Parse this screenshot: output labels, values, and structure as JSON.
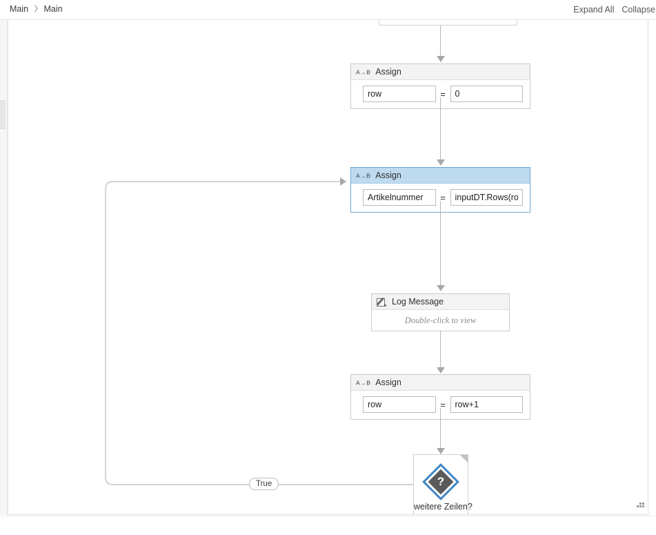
{
  "window": {
    "breadcrumb": [
      "Main",
      "Main"
    ],
    "breadcrumb_separator": "❯"
  },
  "toolbar": {
    "expand_all_label": "Expand All",
    "collapse_all_label": "Collapse"
  },
  "workflow": {
    "activities": [
      {
        "id": "assign-row-0",
        "type": "Assign",
        "title": "Assign",
        "icon": "assign-icon",
        "icon_glyph_left": "A",
        "icon_glyph_arrow": "→",
        "icon_glyph_right": "B",
        "to": "row",
        "operator": "=",
        "value": "0",
        "selected": false
      },
      {
        "id": "assign-artikelnummer",
        "type": "Assign",
        "title": "Assign",
        "icon": "assign-icon",
        "icon_glyph_left": "A",
        "icon_glyph_arrow": "→",
        "icon_glyph_right": "B",
        "to": "Artikelnummer",
        "operator": "=",
        "value": "inputDT.Rows(row)",
        "selected": true
      },
      {
        "id": "log-message",
        "type": "LogMessage",
        "title": "Log Message",
        "icon": "log-message-icon",
        "body_hint": "Double-click to view",
        "selected": false
      },
      {
        "id": "assign-row-increment",
        "type": "Assign",
        "title": "Assign",
        "icon": "assign-icon",
        "icon_glyph_left": "A",
        "icon_glyph_arrow": "→",
        "icon_glyph_right": "B",
        "to": "row",
        "operator": "=",
        "value": "row+1",
        "selected": false
      }
    ],
    "decision": {
      "id": "flow-decision",
      "type": "FlowDecision",
      "label": "weitere Zeilen?",
      "glyph": "?"
    },
    "connectors": {
      "true_branch_label": "True"
    }
  },
  "colors": {
    "selection_header": "#bedaef",
    "selection_border": "#6ea8d4",
    "connector": "#b5b5b5",
    "decision_diamond": "#3f86c4",
    "decision_inner": "#5a5a5a",
    "activity_header": "#f3f3f3",
    "canvas_background": "#ffffff"
  }
}
